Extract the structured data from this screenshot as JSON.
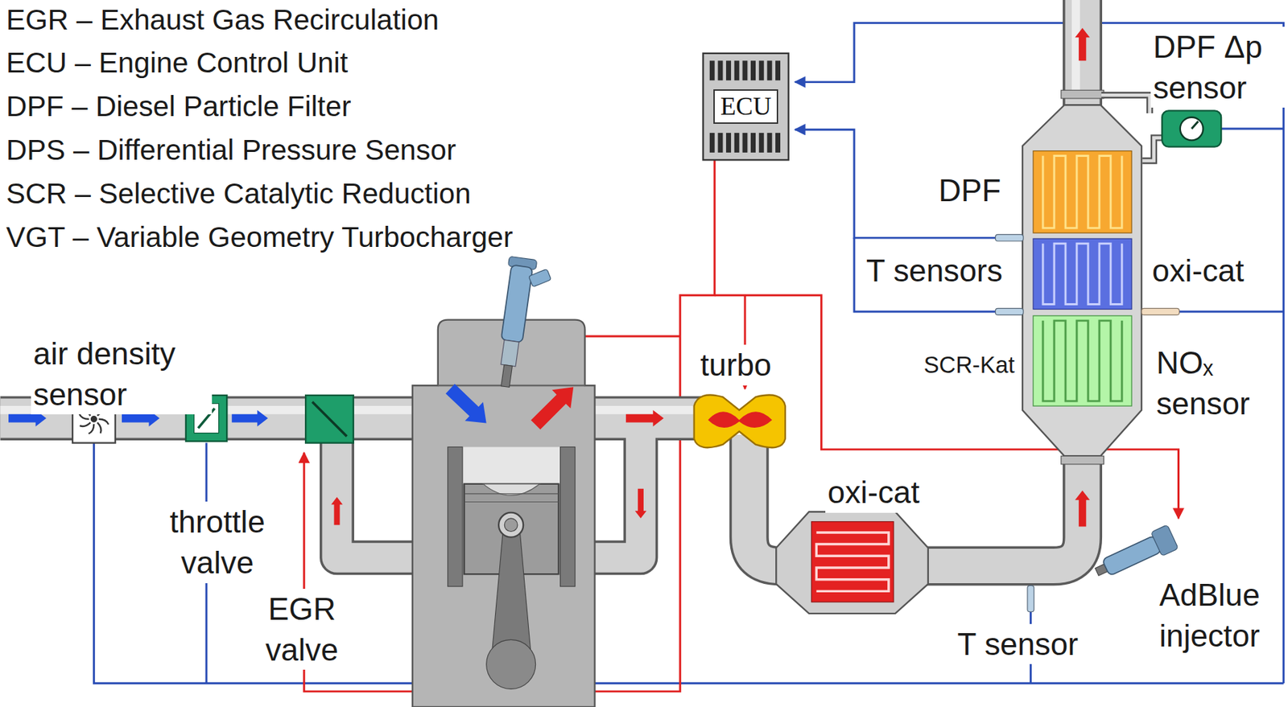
{
  "diagram": {
    "nodes": [
      {
        "text": [
          "ECU"
        ]
      }
    ],
    "edges": [],
    "labels": [
      "EGR – Exhaust Gas Recirculation",
      "ECU – Engine Control Unit",
      "DPF – Diesel Particle Filter",
      "DPS – Differential Pressure Sensor",
      "SCR – Selective Catalytic Reduction",
      "VGT – Variable Geometry Turbocharger",
      "DPF Δp sensor",
      "DPF",
      "T sensors",
      "oxi-cat",
      "air density sensor",
      "turbo",
      "SCR-Kat",
      "NOₓ sensor",
      "throttle valve",
      "oxi-cat",
      "EGR valve",
      "T sensor",
      "AdBlue injector"
    ]
  }
}
